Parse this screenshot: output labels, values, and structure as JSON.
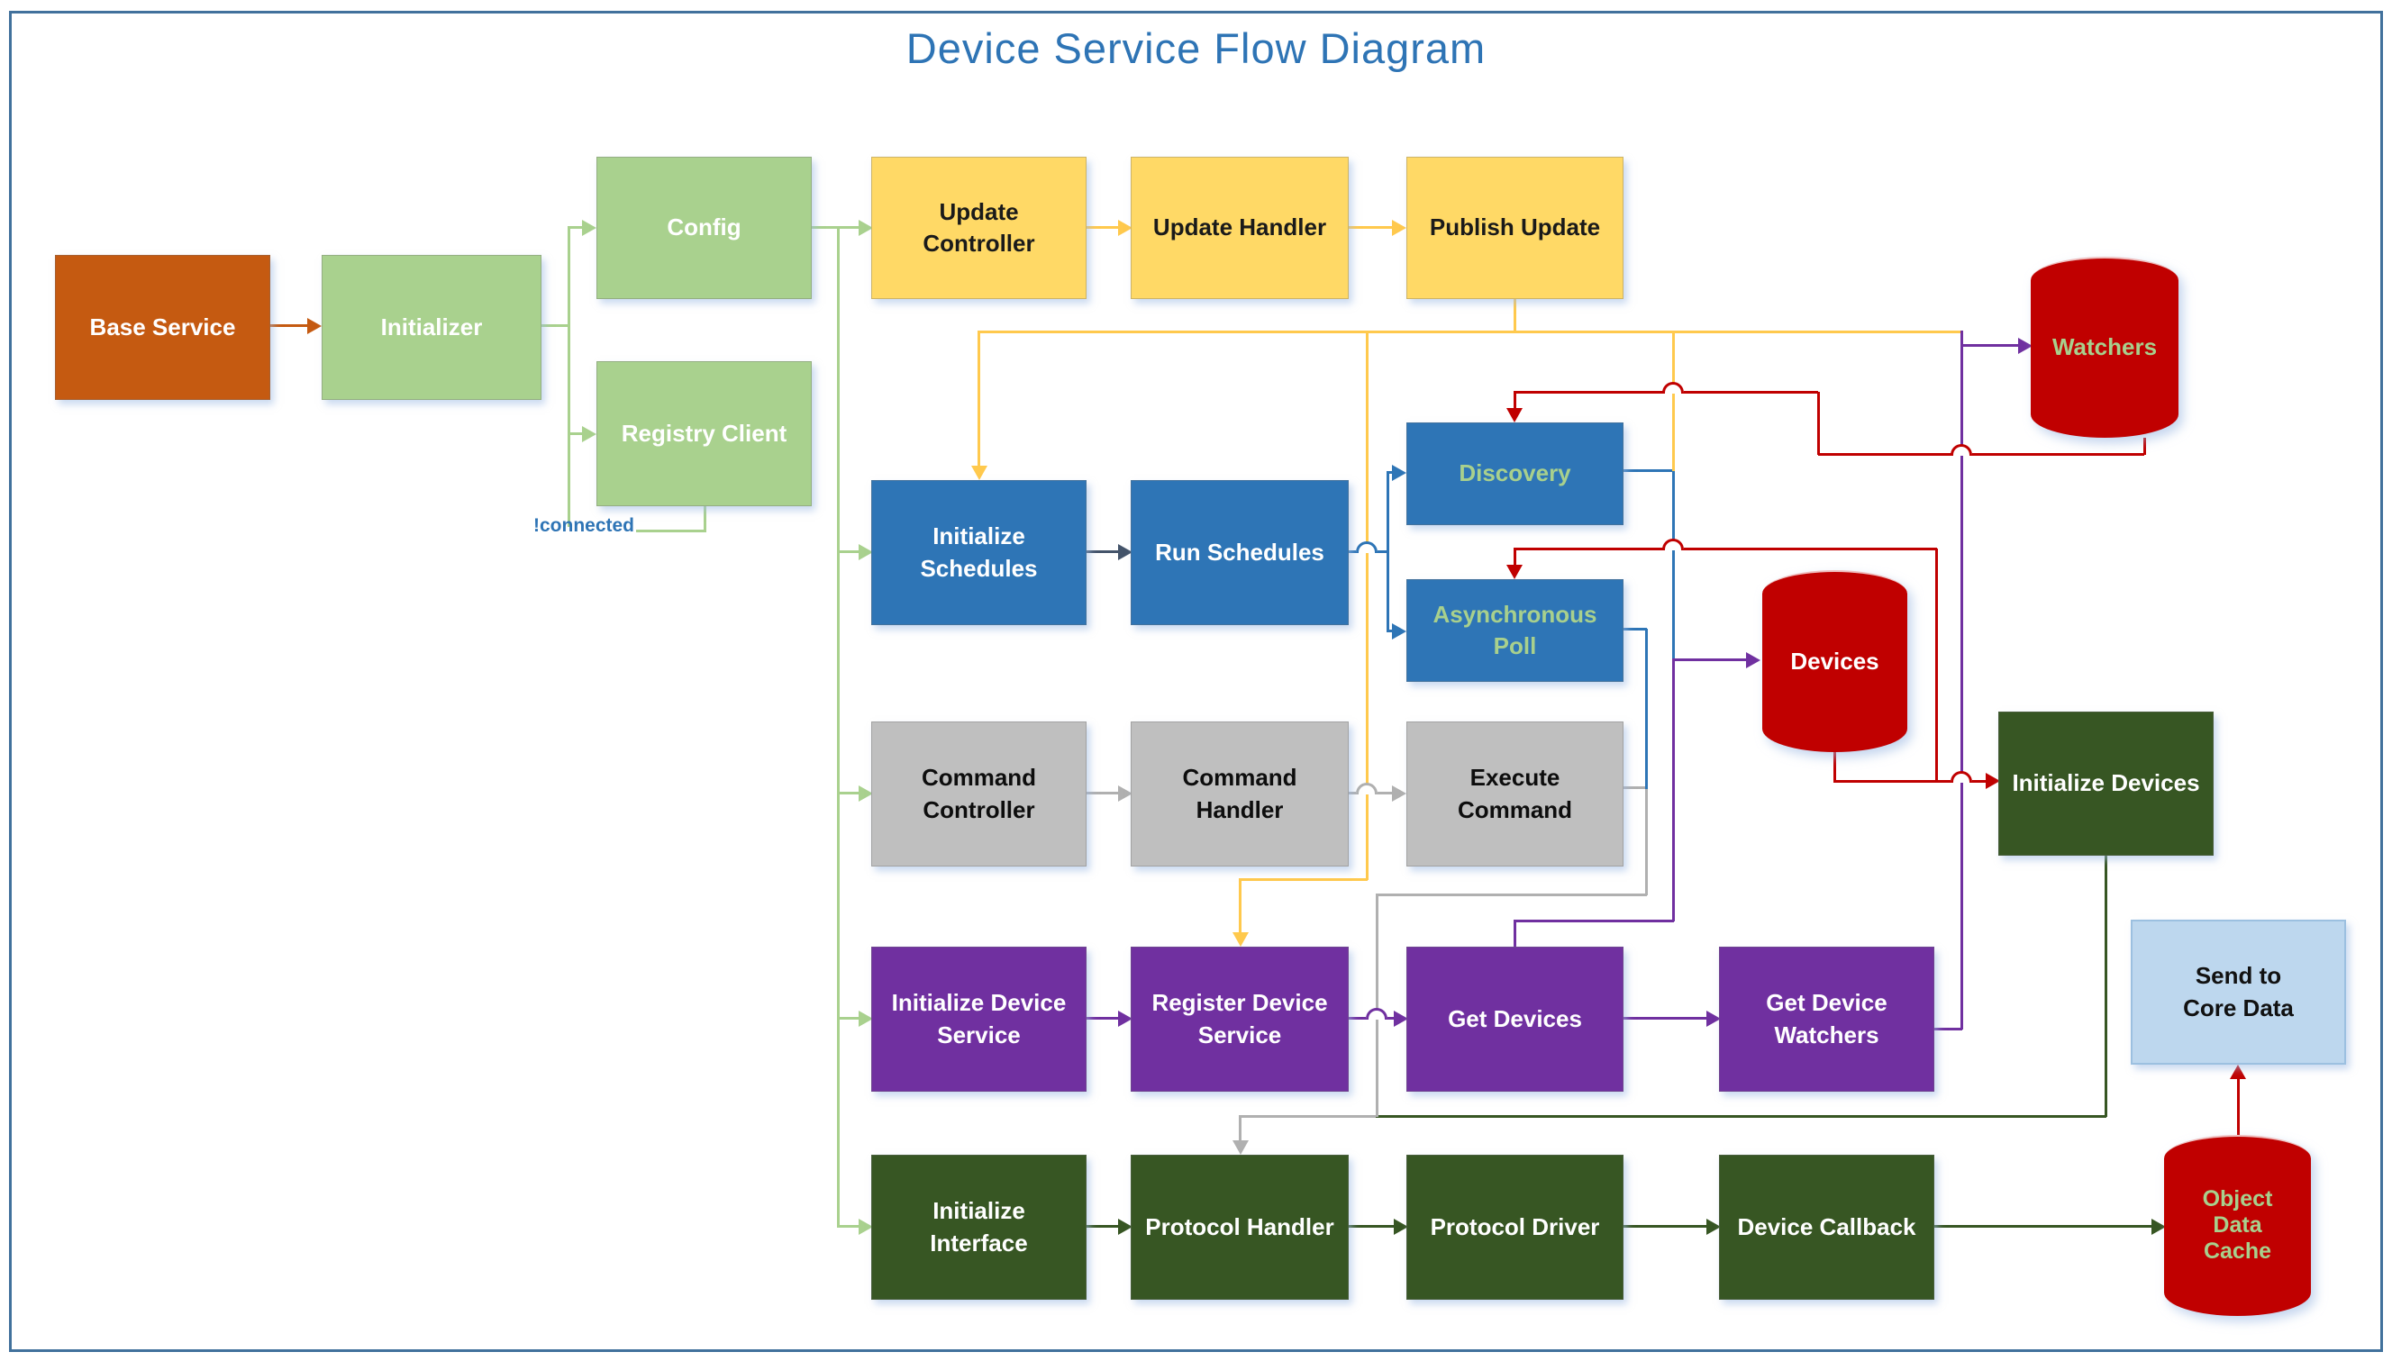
{
  "title": "Device Service Flow Diagram",
  "annotations": {
    "not_connected_label": "!connected"
  },
  "nodes": {
    "base_service": "Base Service",
    "initializer": "Initializer",
    "config": "Config",
    "registry_client": "Registry Client",
    "update_controller": "Update Controller",
    "update_handler": "Update Handler",
    "publish_update": "Publish Update",
    "watchers": "Watchers",
    "initialize_schedules": "Initialize Schedules",
    "run_schedules": "Run Schedules",
    "discovery": "Discovery",
    "asynchronous_poll": "Asynchronous Poll",
    "devices": "Devices",
    "command_controller": "Command Controller",
    "command_handler": "Command Handler",
    "execute_command": "Execute Command",
    "initialize_devices": "Initialize Devices",
    "initialize_device_service": "Initialize Device Service",
    "register_device_service": "Register Device Service",
    "get_devices": "Get Devices",
    "get_device_watchers": "Get Device Watchers",
    "send_to_core_data": "Send to Core Data",
    "initialize_interface": "Initialize Interface",
    "protocol_handler": "Protocol Handler",
    "protocol_driver": "Protocol Driver",
    "device_callback": "Device Callback",
    "object_data_cache": "Object Data Cache"
  },
  "palette": {
    "orange": "#C55A11",
    "light_green": "#A9D18E",
    "yellow_box": "#FFD966",
    "yellow_line": "#FFC94D",
    "blue": "#2E75B6",
    "slate": "#44546A",
    "gray_box": "#BFBFBF",
    "gray_line": "#B0B0B0",
    "purple": "#7030A0",
    "red": "#C00000",
    "dark_green": "#375623",
    "light_blue": "#BDD7EE",
    "label_green": "#A8D08D",
    "title_blue": "#2E74B5",
    "frame_blue": "#41719C"
  },
  "edges": [
    {
      "from": "base_service",
      "to": "initializer",
      "color": "orange"
    },
    {
      "from": "initializer",
      "to": "config",
      "color": "green"
    },
    {
      "from": "initializer",
      "to": "registry_client",
      "color": "green"
    },
    {
      "from": "registry_client",
      "to": "initializer",
      "color": "green",
      "label": "!connected"
    },
    {
      "from": "config",
      "to": "update_controller",
      "color": "green"
    },
    {
      "from": "config",
      "to": "initialize_schedules",
      "color": "green"
    },
    {
      "from": "config",
      "to": "command_controller",
      "color": "green"
    },
    {
      "from": "config",
      "to": "initialize_device_service",
      "color": "green"
    },
    {
      "from": "config",
      "to": "initialize_interface",
      "color": "green"
    },
    {
      "from": "update_controller",
      "to": "update_handler",
      "color": "yellow"
    },
    {
      "from": "update_handler",
      "to": "publish_update",
      "color": "yellow"
    },
    {
      "from": "publish_update",
      "to": "initialize_schedules",
      "color": "yellow"
    },
    {
      "from": "publish_update",
      "to": "register_device_service",
      "color": "yellow"
    },
    {
      "from": "publish_update",
      "to": "devices",
      "color": "yellow"
    },
    {
      "from": "publish_update",
      "to": "watchers",
      "color": "yellow"
    },
    {
      "from": "initialize_schedules",
      "to": "run_schedules",
      "color": "slate"
    },
    {
      "from": "run_schedules",
      "to": "discovery",
      "color": "blue"
    },
    {
      "from": "run_schedules",
      "to": "asynchronous_poll",
      "color": "blue"
    },
    {
      "from": "discovery",
      "to": "devices",
      "color": "blue"
    },
    {
      "from": "asynchronous_poll",
      "to": "protocol_handler",
      "color": "blue"
    },
    {
      "from": "command_controller",
      "to": "command_handler",
      "color": "gray"
    },
    {
      "from": "command_handler",
      "to": "execute_command",
      "color": "gray"
    },
    {
      "from": "execute_command",
      "to": "protocol_handler",
      "color": "gray"
    },
    {
      "from": "initialize_device_service",
      "to": "register_device_service",
      "color": "purple"
    },
    {
      "from": "register_device_service",
      "to": "get_devices",
      "color": "purple"
    },
    {
      "from": "get_devices",
      "to": "get_device_watchers",
      "color": "purple"
    },
    {
      "from": "get_devices",
      "to": "devices",
      "color": "purple"
    },
    {
      "from": "get_device_watchers",
      "to": "watchers",
      "color": "purple"
    },
    {
      "from": "watchers",
      "to": "discovery",
      "color": "red"
    },
    {
      "from": "devices",
      "to": "asynchronous_poll",
      "color": "red"
    },
    {
      "from": "devices",
      "to": "initialize_devices",
      "color": "red"
    },
    {
      "from": "object_data_cache",
      "to": "send_to_core_data",
      "color": "red"
    },
    {
      "from": "initialize_devices",
      "to": "protocol_handler",
      "color": "darkgreen"
    },
    {
      "from": "initialize_interface",
      "to": "protocol_handler",
      "color": "darkgreen"
    },
    {
      "from": "protocol_handler",
      "to": "protocol_driver",
      "color": "darkgreen"
    },
    {
      "from": "protocol_driver",
      "to": "device_callback",
      "color": "darkgreen"
    },
    {
      "from": "device_callback",
      "to": "object_data_cache",
      "color": "darkgreen"
    },
    {
      "from": "initialize_devices",
      "to": "protocol_handler",
      "color": "darkgreen"
    }
  ]
}
